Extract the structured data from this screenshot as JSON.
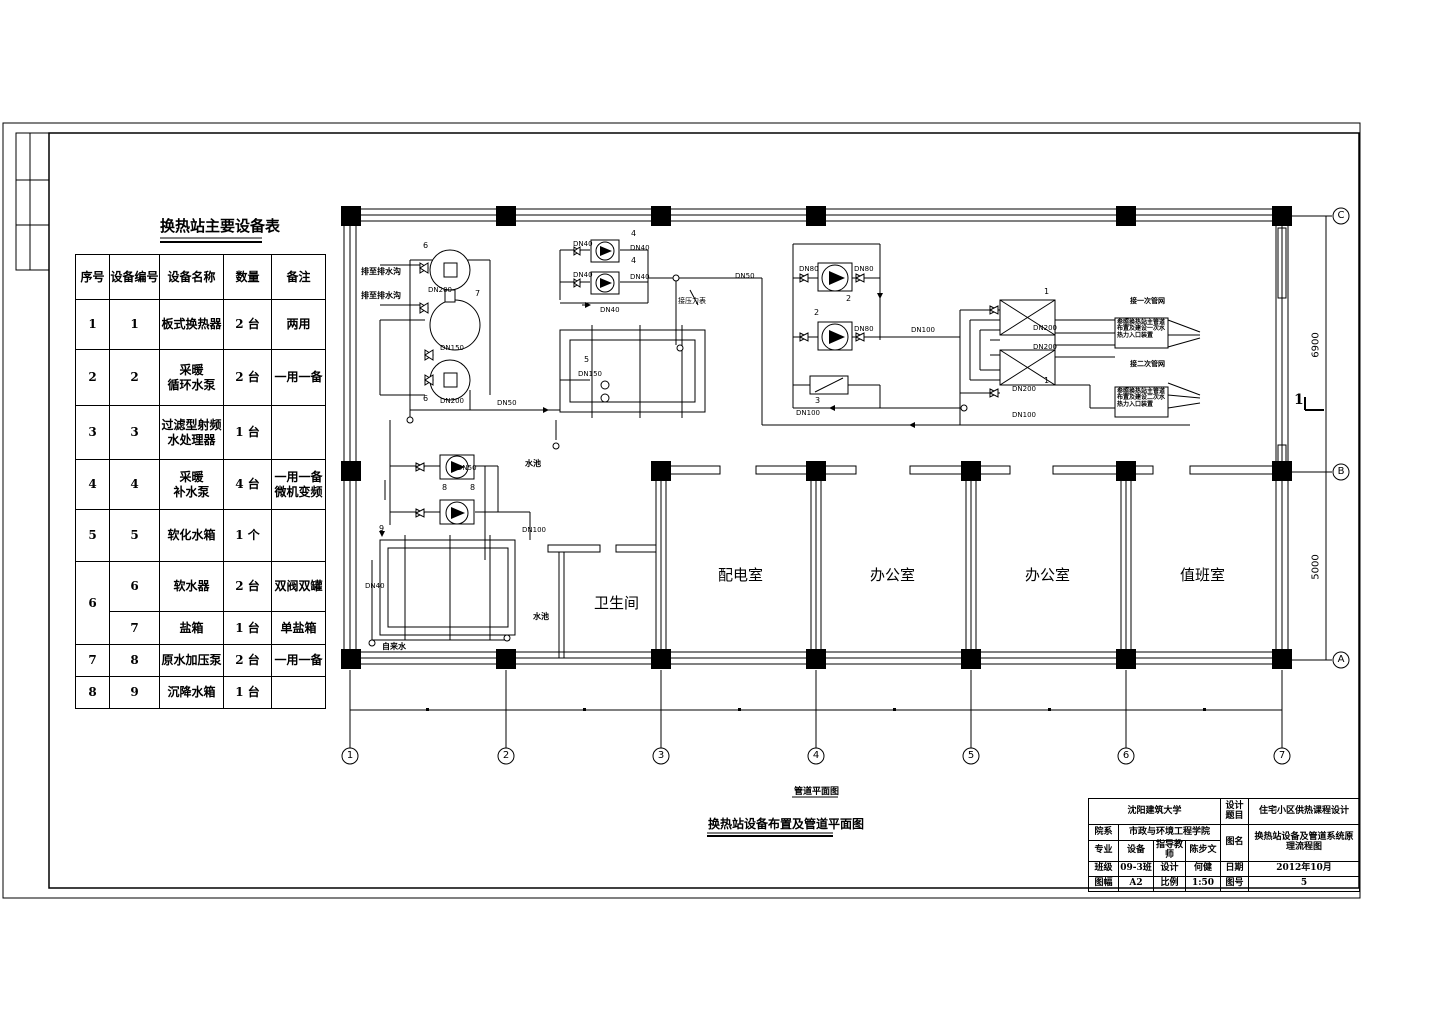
{
  "table": {
    "title": "换热站主要设备表",
    "headers": [
      "序号",
      "设备编号",
      "设备名称",
      "数量",
      "备注"
    ],
    "rows": [
      {
        "seq": "1",
        "code": "1",
        "name": "板式换热器",
        "qty": "2 台",
        "note": "两用"
      },
      {
        "seq": "2",
        "code": "2",
        "name": "采暖\n循环水泵",
        "qty": "2 台",
        "note": "一用一备"
      },
      {
        "seq": "3",
        "code": "3",
        "name": "过滤型射频\n水处理器",
        "qty": "1 台",
        "note": ""
      },
      {
        "seq": "4",
        "code": "4",
        "name": "采暖\n补水泵",
        "qty": "4 台",
        "note": "一用一备\n微机变频"
      },
      {
        "seq": "5",
        "code": "5",
        "name": "软化水箱",
        "qty": "1 个",
        "note": ""
      },
      {
        "seq": "6",
        "code": "6",
        "name": "软水器",
        "qty": "2 台",
        "note": "双阀双罐"
      },
      {
        "seq": "",
        "code": "7",
        "name": "盐箱",
        "qty": "1 台",
        "note": "单盐箱"
      },
      {
        "seq": "7",
        "code": "8",
        "name": "原水加压泵",
        "qty": "2 台",
        "note": "一用一备"
      },
      {
        "seq": "8",
        "code": "9",
        "name": "沉降水箱",
        "qty": "1 台",
        "note": ""
      }
    ]
  },
  "grid": {
    "columns": [
      "1",
      "2",
      "3",
      "4",
      "5",
      "6",
      "7"
    ],
    "rows": [
      "C",
      "B",
      "A"
    ],
    "dims": [
      "6900",
      "5000"
    ]
  },
  "rooms": [
    "卫生间",
    "配电室",
    "办公室",
    "办公室",
    "值班室"
  ],
  "section_mark": "1",
  "pipe_labels": {
    "drain1": "排至排水沟",
    "drain2": "排至排水沟",
    "water_tap1": "水池",
    "water_tap2": "水池",
    "tap_water": "自来水",
    "pressure_tap": "接压力表",
    "primary_supply": "接一次管网",
    "secondary_supply": "接二次管网",
    "heat_entry1": "参照换热站主管道\n布置及建设一次水\n热力入口装置",
    "heat_entry2": "参照换热站主管道\n布置及建设二次水\n热力入口装置",
    "dn_labels": [
      "DN40",
      "DN40",
      "DN40",
      "DN40",
      "DN40",
      "DN50",
      "DN80",
      "DN80",
      "DN80",
      "DN100",
      "DN100",
      "DN100",
      "DN50",
      "DN200",
      "DN200",
      "DN200",
      "DN150",
      "DN150",
      "DN200",
      "DN200",
      "DN50",
      "DN100",
      "DN40"
    ],
    "equip_numbers": [
      "6",
      "7",
      "6",
      "4",
      "4",
      "5",
      "8",
      "8",
      "9",
      "1",
      "1",
      "2",
      "2",
      "3"
    ]
  },
  "captions": {
    "sub": "管道平面图",
    "main": "换热站设备布置及管道平面图"
  },
  "title_block": {
    "school": "沈阳建筑大学",
    "project_label": "设计\n题目",
    "project": "住宅小区供热课程设计",
    "dept_label": "院系",
    "dept": "市政与环境工程学院",
    "drawing_label": "图名",
    "drawing": "换热站设备及管道系统原\n理流程图",
    "major_label": "专业",
    "major": "设备",
    "advisor_label": "指导教师",
    "advisor": "陈步文",
    "class_label": "班级",
    "class": "09-3班",
    "designer_label": "设计",
    "designer": "何健",
    "date_label": "日期",
    "date": "2012年10月",
    "size_label": "图幅",
    "size": "A2",
    "scale_label": "比例",
    "scale": "1:50",
    "number_label": "图号",
    "number": "5"
  }
}
